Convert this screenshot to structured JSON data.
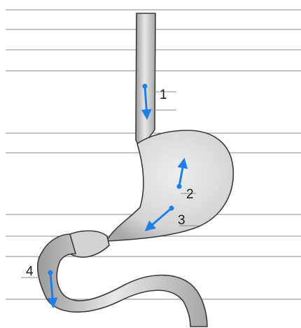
{
  "diagram": {
    "labels": [
      "1",
      "2",
      "3",
      "4"
    ],
    "colors": {
      "organ_fill": "#d7d7d7",
      "organ_outline": "#3a3a3a",
      "arrow": "#1f7fe8",
      "rule_line": "#8a8a8a",
      "label_text": "#1a1a1a"
    }
  }
}
